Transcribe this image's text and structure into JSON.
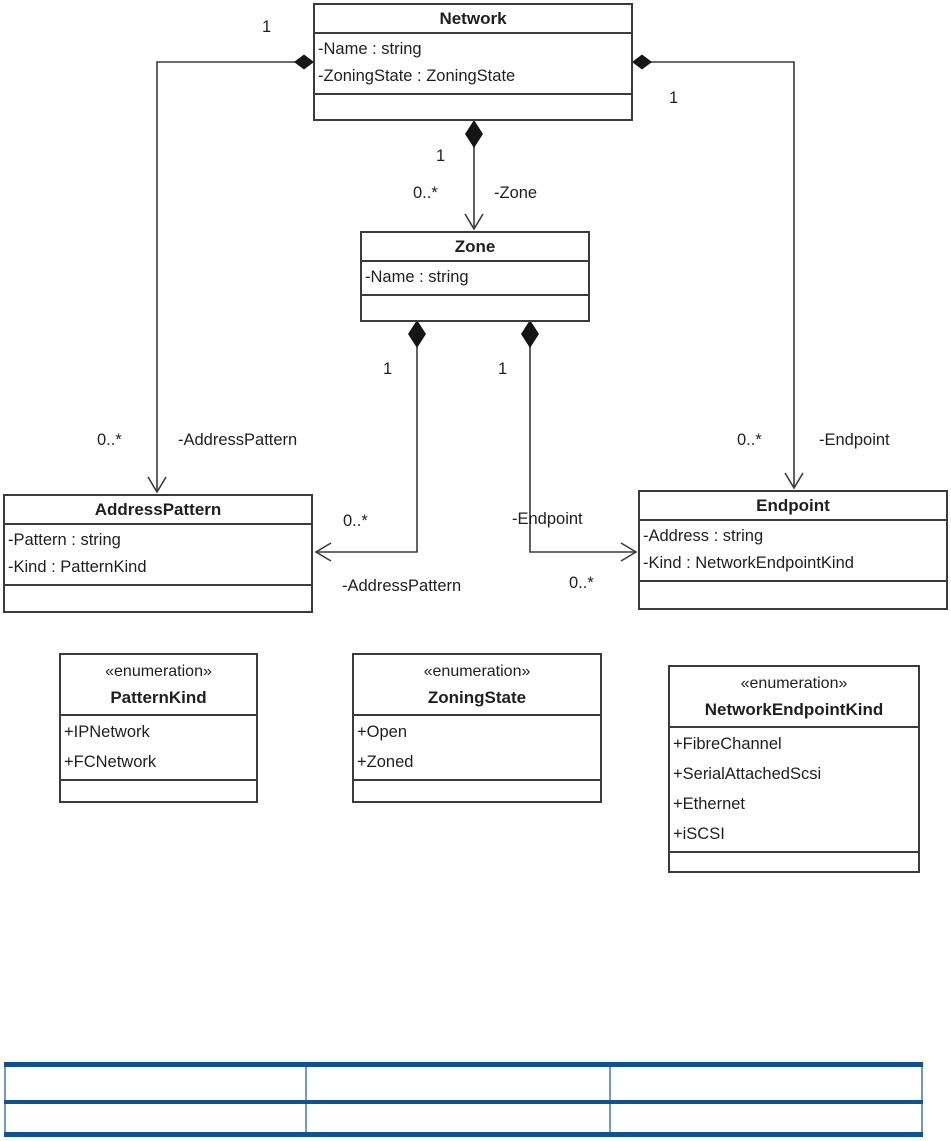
{
  "diagram": {
    "classes": [
      {
        "name": "Network",
        "attributes": [
          "-Name : string",
          "-ZoningState : ZoningState"
        ]
      },
      {
        "name": "Zone",
        "attributes": [
          "-Name : string"
        ]
      },
      {
        "name": "AddressPattern",
        "attributes": [
          "-Pattern : string",
          "-Kind : PatternKind"
        ]
      },
      {
        "name": "Endpoint",
        "attributes": [
          "-Address : string",
          "-Kind : NetworkEndpointKind"
        ]
      }
    ],
    "enumerations": [
      {
        "stereotype": "«enumeration»",
        "name": "PatternKind",
        "literals": [
          "+IPNetwork",
          "+FCNetwork"
        ]
      },
      {
        "stereotype": "«enumeration»",
        "name": "ZoningState",
        "literals": [
          "+Open",
          "+Zoned"
        ]
      },
      {
        "stereotype": "«enumeration»",
        "name": "NetworkEndpointKind",
        "literals": [
          "+FibreChannel",
          "+SerialAttachedScsi",
          "+Ethernet",
          "+iSCSI"
        ]
      }
    ],
    "associations": [
      {
        "from": "Network",
        "to": "Zone",
        "type": "composition",
        "whole_multiplicity": "1",
        "part_multiplicity": "0..*",
        "role": "-Zone"
      },
      {
        "from": "Network",
        "to": "AddressPattern",
        "type": "composition",
        "whole_multiplicity": "1",
        "part_multiplicity": "0..*",
        "role": "-AddressPattern"
      },
      {
        "from": "Network",
        "to": "Endpoint",
        "type": "composition",
        "whole_multiplicity": "1",
        "part_multiplicity": "0..*",
        "role": "-Endpoint"
      },
      {
        "from": "Zone",
        "to": "AddressPattern",
        "type": "composition",
        "whole_multiplicity": "1",
        "part_multiplicity": "0..*",
        "role": "-AddressPattern"
      },
      {
        "from": "Zone",
        "to": "Endpoint",
        "type": "composition",
        "whole_multiplicity": "1",
        "part_multiplicity": "0..*",
        "role": "-Endpoint"
      }
    ],
    "colors": {
      "line": "#3b3b3b",
      "diamond_fill": "#151515",
      "text": "#1f1f1f",
      "table_bar_blue": "#0F5291",
      "table_grid_blue": "#6C9BC9"
    },
    "table": {
      "rows": [
        [
          "",
          "",
          ""
        ],
        [
          "",
          "",
          ""
        ]
      ]
    }
  }
}
